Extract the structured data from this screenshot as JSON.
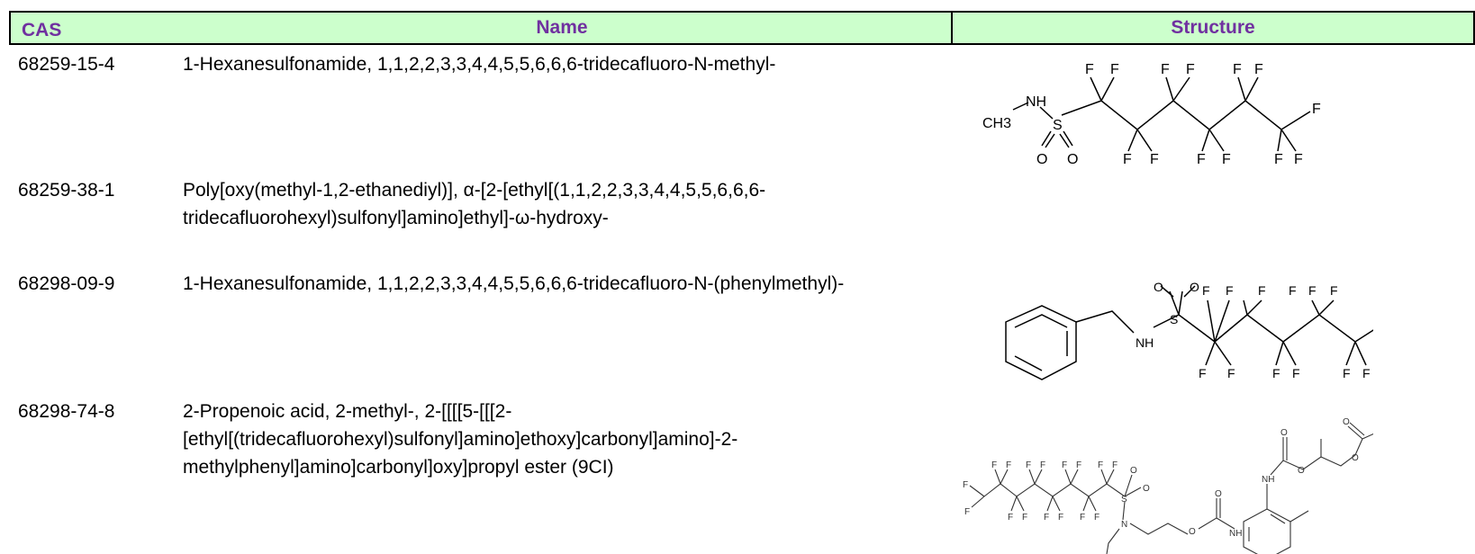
{
  "headers": {
    "cas": "CAS",
    "name": "Name",
    "structure": "Structure"
  },
  "rows": [
    {
      "cas": "68259-15-4",
      "name": "1-Hexanesulfonamide, 1,1,2,2,3,3,4,4,5,5,6,6,6-tridecafluoro-N-methyl-",
      "atoms": {
        "F": "F",
        "O": "O",
        "NH": "NH",
        "CH3": "CH3",
        "S": "S"
      }
    },
    {
      "cas": "68259-38-1",
      "name": "Poly[oxy(methyl-1,2-ethanediyl)], α-[2-[ethyl[(1,1,2,2,3,3,4,4,5,5,6,6,6-tridecafluorohexyl)sulfonyl]amino]ethyl]-ω-hydroxy-"
    },
    {
      "cas": "68298-09-9",
      "name": "1-Hexanesulfonamide, 1,1,2,2,3,3,4,4,5,5,6,6,6-tridecafluoro-N-(phenylmethyl)-",
      "atoms": {
        "F": "F",
        "O": "O",
        "NH": "NH",
        "S": "S"
      }
    },
    {
      "cas": "68298-74-8",
      "name": "2-Propenoic acid, 2-methyl-, 2-[[[[5-[[[2-[ethyl[(tridecafluorohexyl)sulfonyl]amino]ethoxy]carbonyl]amino]-2-methylphenyl]amino]carbonyl]oxy]propyl ester (9CI)",
      "atoms": {
        "F": "F",
        "O": "O",
        "NH": "NH",
        "N": "N",
        "S": "S"
      }
    }
  ]
}
